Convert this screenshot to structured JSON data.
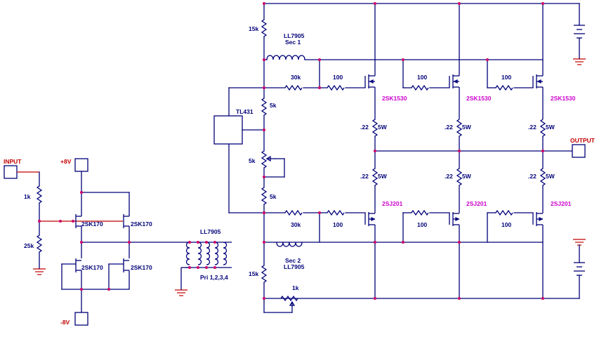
{
  "labels": {
    "input": "INPUT",
    "output": "OUTPUT",
    "plus_supply": "+8V",
    "minus_supply": "-8V",
    "r_input_1k": "1k",
    "r_input_25k": "25k",
    "jfet_top_left": "2SK170",
    "jfet_top_right": "2SK170",
    "jfet_bottom_left": "2SK170",
    "jfet_bottom_right": "2SK170",
    "transformer_pri": "LL7905",
    "transformer_pri_note": "Pri 1,2,3,4",
    "tl431": "TL431",
    "r_top_15k": "15k",
    "sec1_part": "LL7905",
    "sec1_name": "Sec 1",
    "sec2_name": "Sec 2",
    "sec2_part": "LL7905",
    "r_top_30k": "30k",
    "r_bot_30k": "30k",
    "r_top_100_1": "100",
    "r_top_100_2": "100",
    "r_top_100_3": "100",
    "r_bot_100_1": "100",
    "r_bot_100_2": "100",
    "r_bot_100_3": "100",
    "r_5k_1": "5k",
    "pot_5k": "5k",
    "r_5k_2": "5k",
    "r_bot_15k": "15k",
    "pot_1k": "1k",
    "nmos_1": "2SK1530",
    "nmos_2": "2SK1530",
    "nmos_3": "2SK1530",
    "pmos_1": "2SJ201",
    "pmos_2": "2SJ201",
    "pmos_3": "2SJ201",
    "rs_top_val_1": ".22",
    "rs_top_val_2": ".22",
    "rs_top_val_3": ".22",
    "rs_top_w_1": "5W",
    "rs_top_w_2": "5W",
    "rs_top_w_3": "5W",
    "rs_bot_val_1": ".22",
    "rs_bot_val_2": ".22",
    "rs_bot_val_3": ".22",
    "rs_bot_w_1": "5W",
    "rs_bot_w_2": "5W",
    "rs_bot_w_3": "5W"
  },
  "colors": {
    "wire": "#00007a",
    "junction": "#cc0066",
    "part_label": "#cc00cc",
    "port_label": "#c00000",
    "ground": "#c00000"
  }
}
